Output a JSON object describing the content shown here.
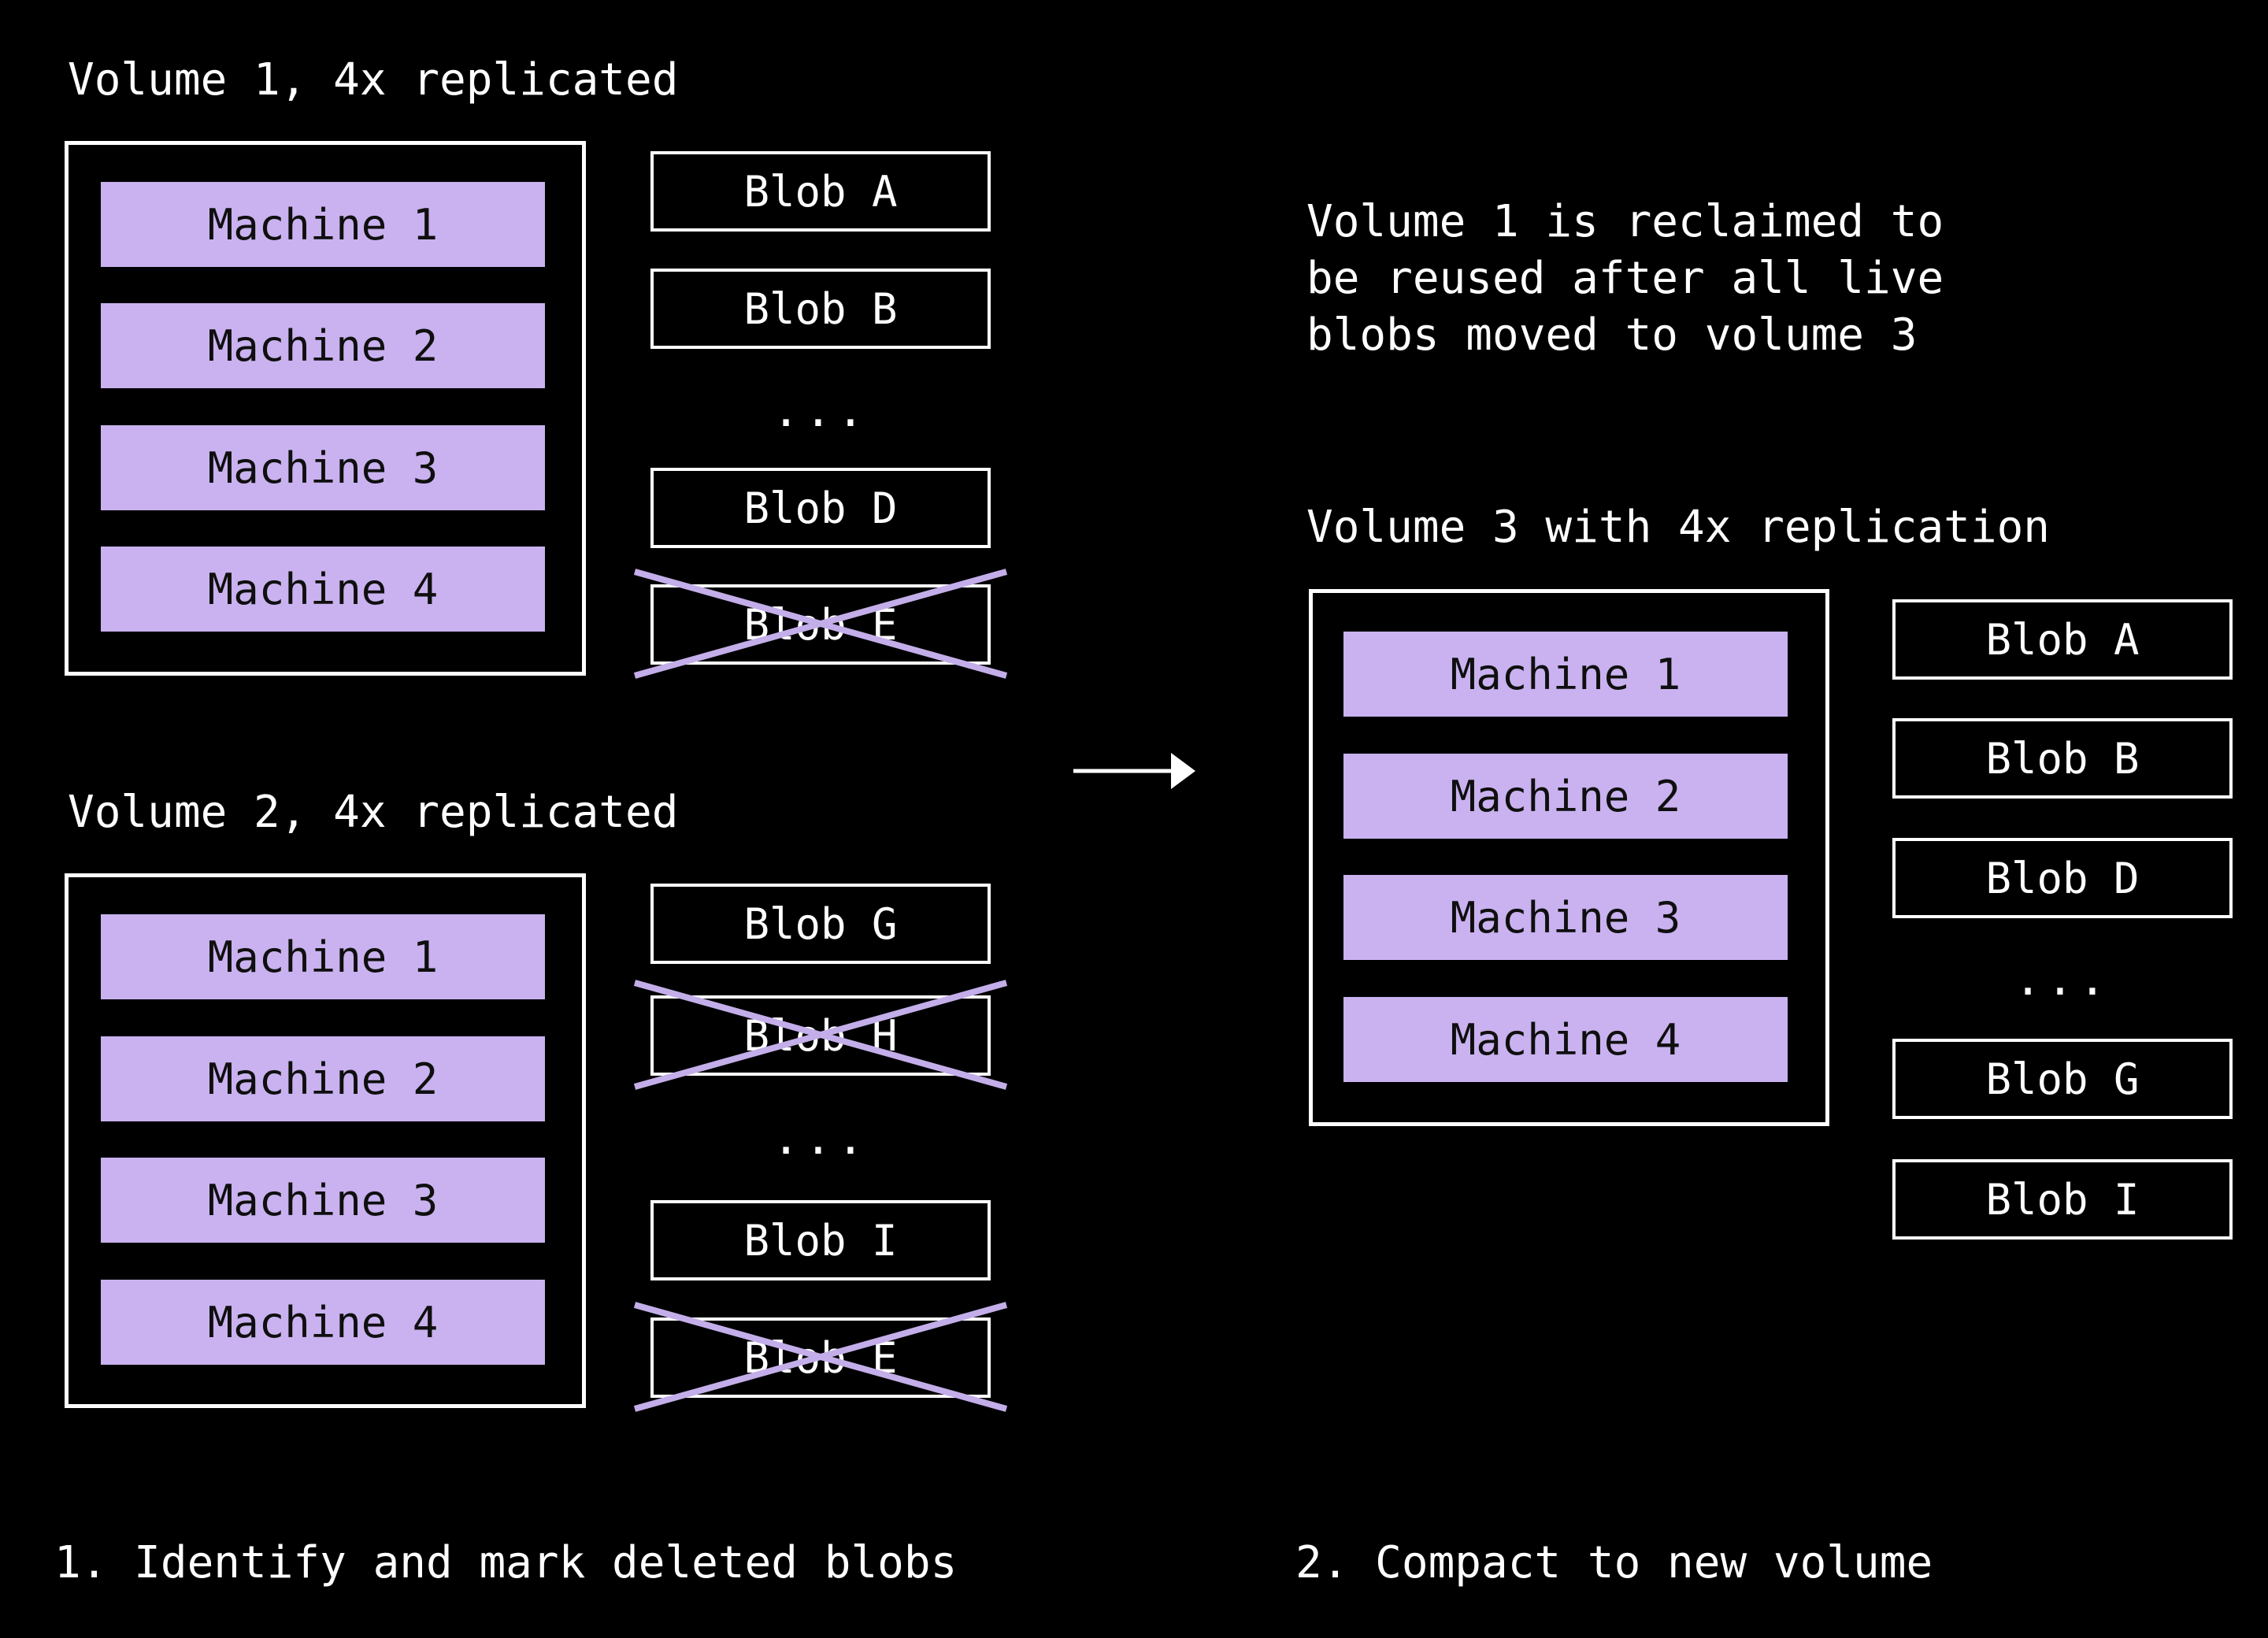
{
  "colors": {
    "background": "#000000",
    "foreground": "#ffffff",
    "machine_fill": "#c9b2ef",
    "machine_text": "#0f0f0f",
    "cross": "#c3aee9"
  },
  "volume1": {
    "title": "Volume 1, 4x replicated",
    "machines": [
      "Machine 1",
      "Machine 2",
      "Machine 3",
      "Machine 4"
    ],
    "blobs": [
      {
        "label": "Blob A",
        "deleted": false
      },
      {
        "label": "Blob B",
        "deleted": false
      },
      {
        "label": "Blob D",
        "deleted": false
      },
      {
        "label": "Blob E",
        "deleted": true
      }
    ],
    "ellipsis": "..."
  },
  "volume2": {
    "title": "Volume 2, 4x replicated",
    "machines": [
      "Machine 1",
      "Machine 2",
      "Machine 3",
      "Machine 4"
    ],
    "blobs": [
      {
        "label": "Blob G",
        "deleted": false
      },
      {
        "label": "Blob H",
        "deleted": true
      },
      {
        "label": "Blob I",
        "deleted": false
      },
      {
        "label": "Blob E",
        "deleted": true
      }
    ],
    "ellipsis": "..."
  },
  "volume3": {
    "title": "Volume 3 with 4x replication",
    "machines": [
      "Machine 1",
      "Machine 2",
      "Machine 3",
      "Machine 4"
    ],
    "blobs": [
      {
        "label": "Blob A",
        "deleted": false
      },
      {
        "label": "Blob B",
        "deleted": false
      },
      {
        "label": "Blob D",
        "deleted": false
      },
      {
        "label": "Blob G",
        "deleted": false
      },
      {
        "label": "Blob I",
        "deleted": false
      }
    ],
    "ellipsis": "..."
  },
  "annotation": {
    "lines": [
      "Volume 1 is reclaimed to",
      "be reused after all live",
      "blobs moved to volume 3"
    ]
  },
  "captions": {
    "step1": "1. Identify and mark deleted blobs",
    "step2": "2. Compact to new volume"
  }
}
